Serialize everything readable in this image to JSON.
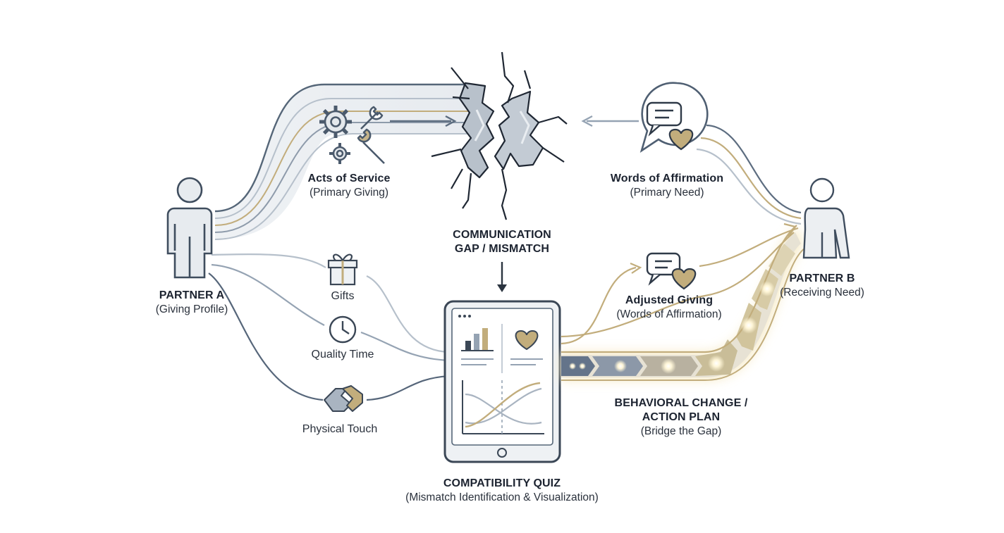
{
  "partner_a": {
    "title": "PARTNER A",
    "subtitle": "(Giving Profile)"
  },
  "partner_b": {
    "title": "PARTNER B",
    "subtitle": "(Receiving Need)"
  },
  "acts_of_service": {
    "title": "Acts of Service",
    "subtitle": "(Primary Giving)"
  },
  "words_of_affirmation": {
    "title": "Words of Affirmation",
    "subtitle": "(Primary Need)"
  },
  "communication_gap": {
    "line1": "COMMUNICATION",
    "line2": "GAP / MISMATCH"
  },
  "gifts": {
    "label": "Gifts"
  },
  "quality_time": {
    "label": "Quality Time"
  },
  "physical_touch": {
    "label": "Physical Touch"
  },
  "adjusted_giving": {
    "title": "Adjusted Giving",
    "subtitle": "(Words of Affirmation)"
  },
  "behavioral_change": {
    "line1": "BEHAVIORAL CHANGE /",
    "line2": "ACTION PLAN",
    "subtitle": "(Bridge the Gap)"
  },
  "compatibility_quiz": {
    "title": "COMPATIBILITY QUIZ",
    "subtitle": "(Mismatch Identification & Visualization)"
  },
  "colors": {
    "slate": "#4f5f72",
    "light_slate": "#a9b4c1",
    "gold": "#c2ad7c",
    "glow": "#f3e3b0"
  }
}
